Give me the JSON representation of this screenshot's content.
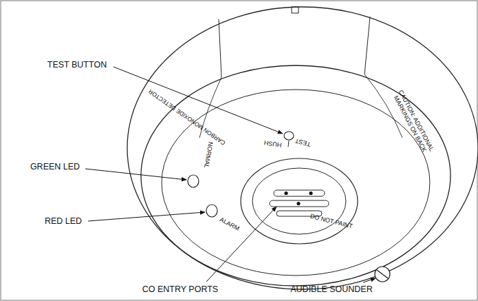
{
  "diagram": {
    "labels": [
      "TEST BUTTON",
      "GREEN LED",
      "RED LED",
      "CO ENTRY PORTS",
      "AUDIBLE SOUNDER",
      "CARBON MONOXIDE DETECTOR",
      "NORMAL",
      "ALARM",
      "HUSH",
      "TEST",
      "DO NOT PAINT",
      "CAUTION: ADDITIONAL MARKINGS ON BACK"
    ]
  }
}
